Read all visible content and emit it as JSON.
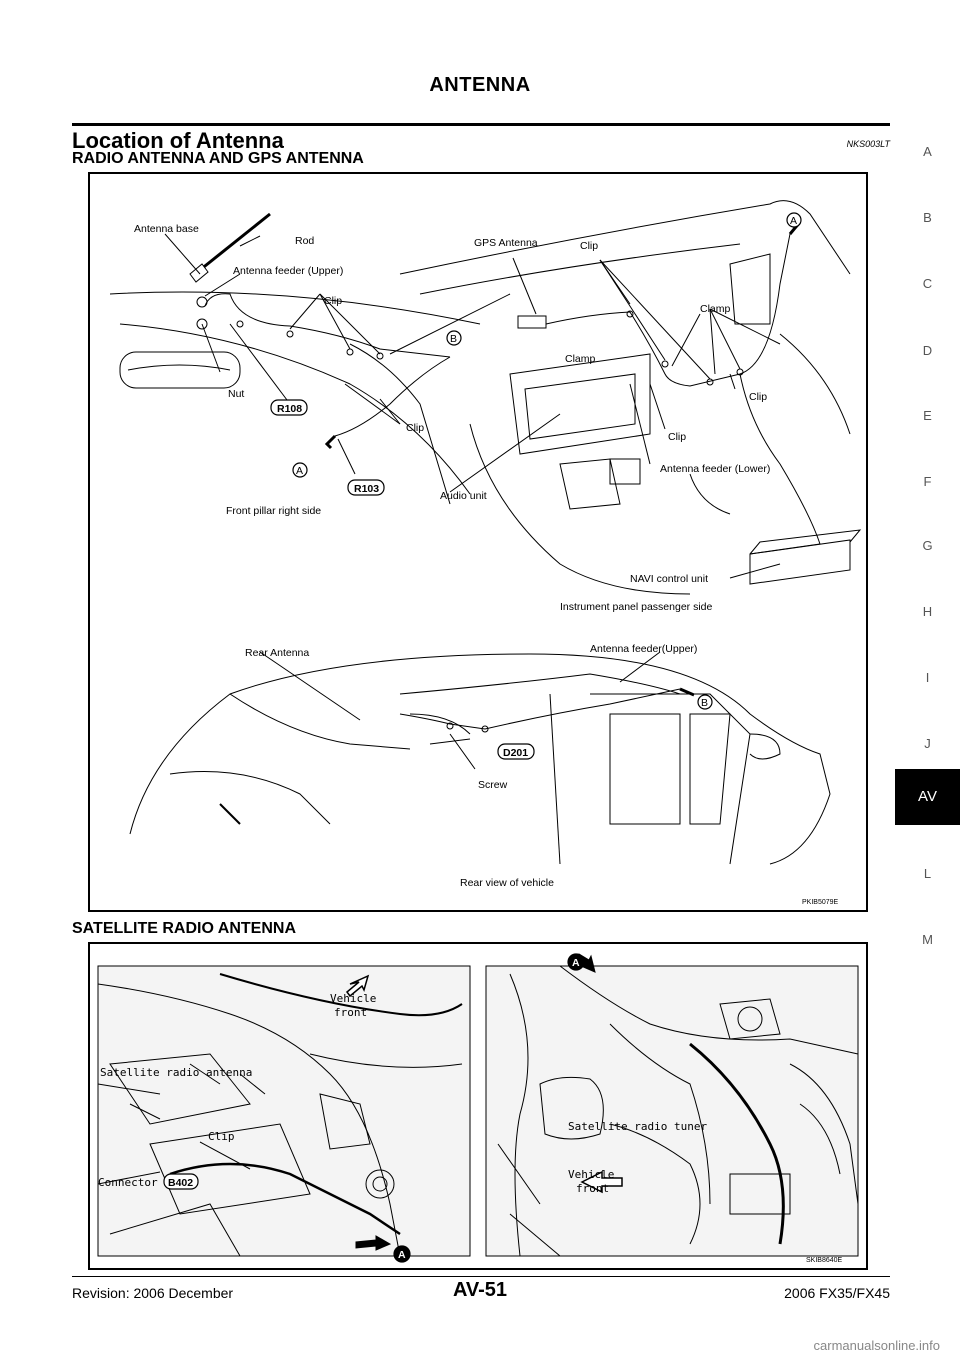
{
  "header": {
    "title": "ANTENNA"
  },
  "section": {
    "title": "Location of Antenna",
    "code": "NKS003LT"
  },
  "figure1": {
    "subtitle": "RADIO ANTENNA AND GPS ANTENNA",
    "labels": {
      "antenna_base": "Antenna base",
      "rod": "Rod",
      "antenna_feeder_upper": "Antenna feeder (Upper)",
      "clip_top": "Clip",
      "nut": "Nut",
      "r108": "R108",
      "clip_left": "Clip",
      "callout_a_left": "A",
      "r103": "R103",
      "callout_b_mid": "B",
      "front_pillar": "Front pillar right side",
      "gps_antenna": "GPS Antenna",
      "clip_gps": "Clip",
      "callout_a_right": "A",
      "clamp_right": "Clamp",
      "clamp_left": "Clamp",
      "clip_right": "Clip",
      "clip_center": "Clip",
      "antenna_feeder_lower": "Antenna feeder (Lower)",
      "audio_unit": "Audio unit",
      "navi_control_unit": "NAVI control unit",
      "instrument_panel": "Instrument panel passenger side",
      "rear_antenna": "Rear  Antenna",
      "antenna_feeder_upper_rear": "Antenna feeder(Upper)",
      "callout_b_rear": "B",
      "d201": "D201",
      "screw": "Screw",
      "rear_view": "Rear view of vehicle"
    },
    "code": "PKIB5079E"
  },
  "figure2": {
    "subtitle": "SATELLITE RADIO ANTENNA",
    "labels": {
      "vehicle_front_left_1": "Vehicle",
      "vehicle_front_left_2": "front",
      "satellite_radio_antenna": "Satellite radio antenna",
      "clip": "Clip",
      "connector": "Connector",
      "b402": "B402",
      "callout_a_left": "A",
      "callout_a_right": "A",
      "satellite_radio_tuner": "Satellite radio tuner",
      "vehicle_front_right_1": "Vehicle",
      "vehicle_front_right_2": "front"
    },
    "code": "SKIB8640E"
  },
  "side_tabs": [
    "A",
    "B",
    "C",
    "D",
    "E",
    "F",
    "G",
    "H",
    "I",
    "J",
    "AV",
    "L",
    "M"
  ],
  "active_tab": "AV",
  "footer": {
    "revision": "Revision: 2006 December",
    "page": "AV-51",
    "model": "2006 FX35/FX45"
  },
  "watermark": "carmanualsonline.info"
}
